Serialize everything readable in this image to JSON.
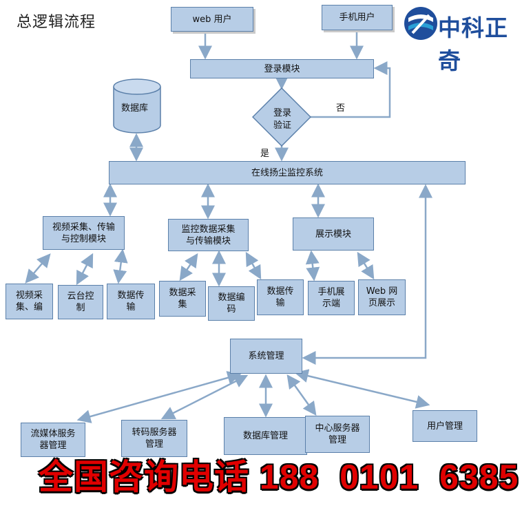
{
  "title": "总逻辑流程",
  "logo": {
    "text": "中科正奇",
    "colors": {
      "brand": "#1f4e9c",
      "accent": "#2a9fd6"
    }
  },
  "nodes": {
    "web_user": "web 用户",
    "mobile_user": "手机用户",
    "login_module": "登录模块",
    "login_verify": "登录\n验证",
    "database": "数据库",
    "monitor_system": "在线扬尘监控系统",
    "video_module": "视频采集、传输\n与控制模块",
    "data_module": "监控数据采集\n与传输模块",
    "display_module": "展示模块",
    "video_capture": "视频采\n集、编",
    "ptz_control": "云台控\n制",
    "data_transfer_1": "数据传\n输",
    "data_collect": "数据采\n集",
    "data_encode": "数据编\n码",
    "data_transfer_2": "数据传\n输",
    "mobile_display": "手机展\n示端",
    "web_display": "Web 网\n页展示",
    "system_mgmt": "系统管理",
    "streaming_mgmt": "流媒体服务\n器管理",
    "transcode_mgmt": "转码服务器\n管理",
    "db_mgmt": "数据库管理",
    "center_mgmt": "中心服务器\n管理",
    "user_mgmt": "用户管理"
  },
  "edge_labels": {
    "no": "否",
    "yes": "是"
  },
  "hotline": "全国咨询电话 188  0101  6385",
  "colors": {
    "box_fill": "#b7cde6",
    "box_border": "#5a7fa9",
    "arrow": "#8aa8c8",
    "hotline": "#e00000"
  }
}
